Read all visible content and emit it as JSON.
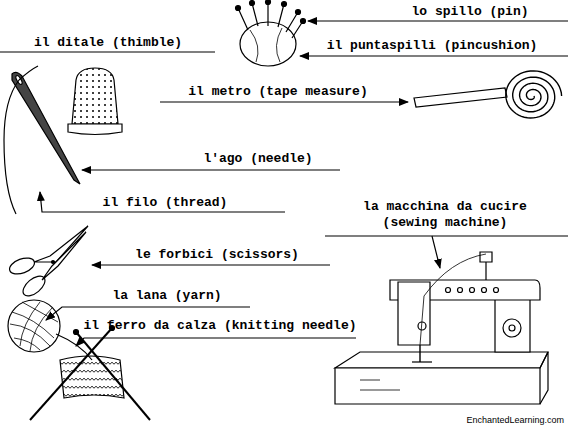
{
  "diagram": {
    "labels": [
      "lo spillo (pin)",
      "il ditale (thimble)",
      "il puntaspilli (pincushion)",
      "il metro (tape measure)",
      "l'ago (needle)",
      "il filo (thread)",
      "la macchina da cucire (sewing machine)",
      "le forbici (scissors)",
      "la lana (yarn)",
      "il ferro da calza (knitting needle)",
      "EnchantedLearning.com"
    ]
  }
}
